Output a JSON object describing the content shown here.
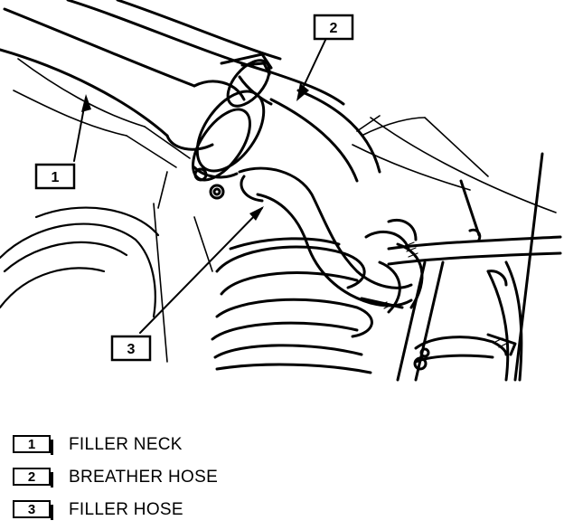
{
  "callouts": [
    {
      "number": "1",
      "label": "FILLER NECK"
    },
    {
      "number": "2",
      "label": "BREATHER HOSE"
    },
    {
      "number": "3",
      "label": "FILLER HOSE"
    }
  ]
}
